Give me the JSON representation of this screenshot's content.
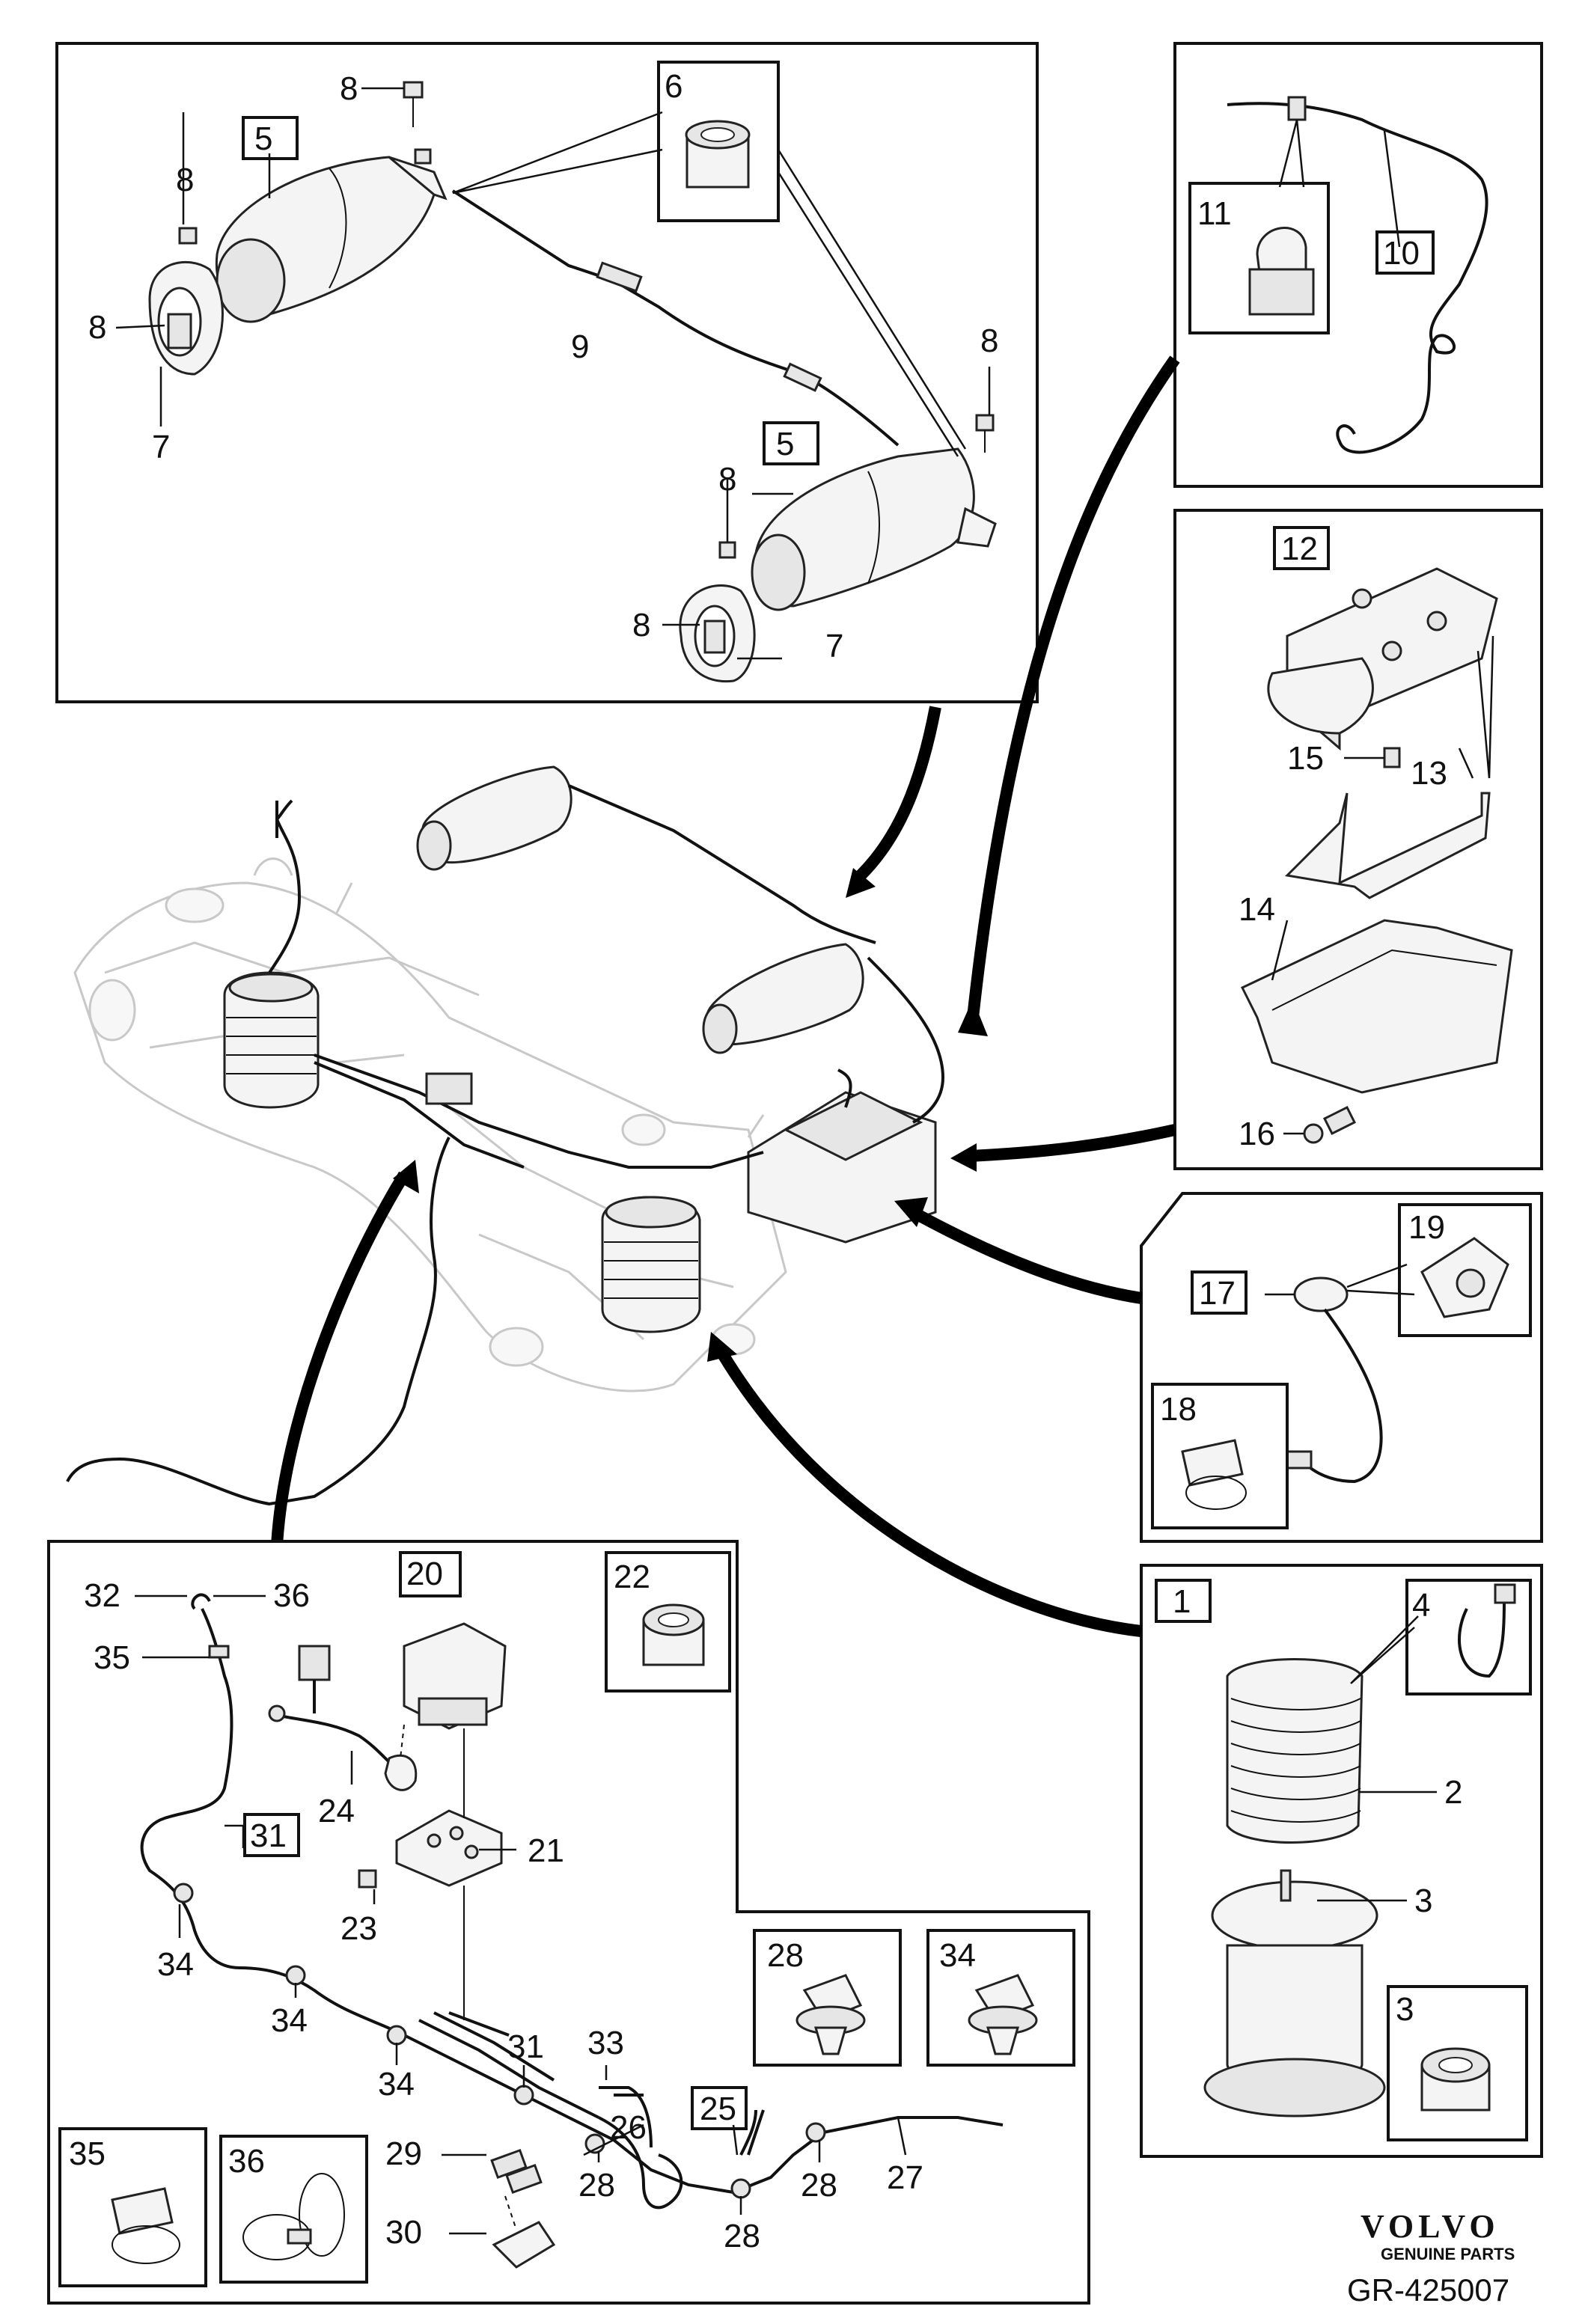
{
  "callouts": {
    "p1": "1",
    "p2": "2",
    "p3a": "3",
    "p3b": "3",
    "p4": "4",
    "p5a": "5",
    "p5b": "5",
    "p6": "6",
    "p7a": "7",
    "p7b": "7",
    "p8a": "8",
    "p8b": "8",
    "p8c": "8",
    "p8d": "8",
    "p8e": "8",
    "p8f": "8",
    "p9": "9",
    "p10": "10",
    "p11": "11",
    "p12": "12",
    "p13": "13",
    "p14": "14",
    "p15": "15",
    "p16": "16",
    "p17": "17",
    "p18": "18",
    "p19": "19",
    "p20": "20",
    "p21": "21",
    "p22": "22",
    "p23": "23",
    "p24": "24",
    "p25": "25",
    "p26": "26",
    "p27": "27",
    "p28a": "28",
    "p28b": "28",
    "p28c": "28",
    "p28d": "28",
    "p29": "29",
    "p30": "30",
    "p31a": "31",
    "p31b": "31",
    "p32": "32",
    "p33": "33",
    "p34a": "34",
    "p34b": "34",
    "p34c": "34",
    "p34d": "34",
    "p35a": "35",
    "p35b": "35",
    "p36a": "36",
    "p36b": "36"
  },
  "branding": {
    "logo_text": "VOLVO",
    "logo_subtext": "GENUINE PARTS",
    "reference": "GR-425007"
  },
  "colors": {
    "line": "#111111",
    "ghost": "#c8c8c8",
    "background": "#ffffff"
  }
}
